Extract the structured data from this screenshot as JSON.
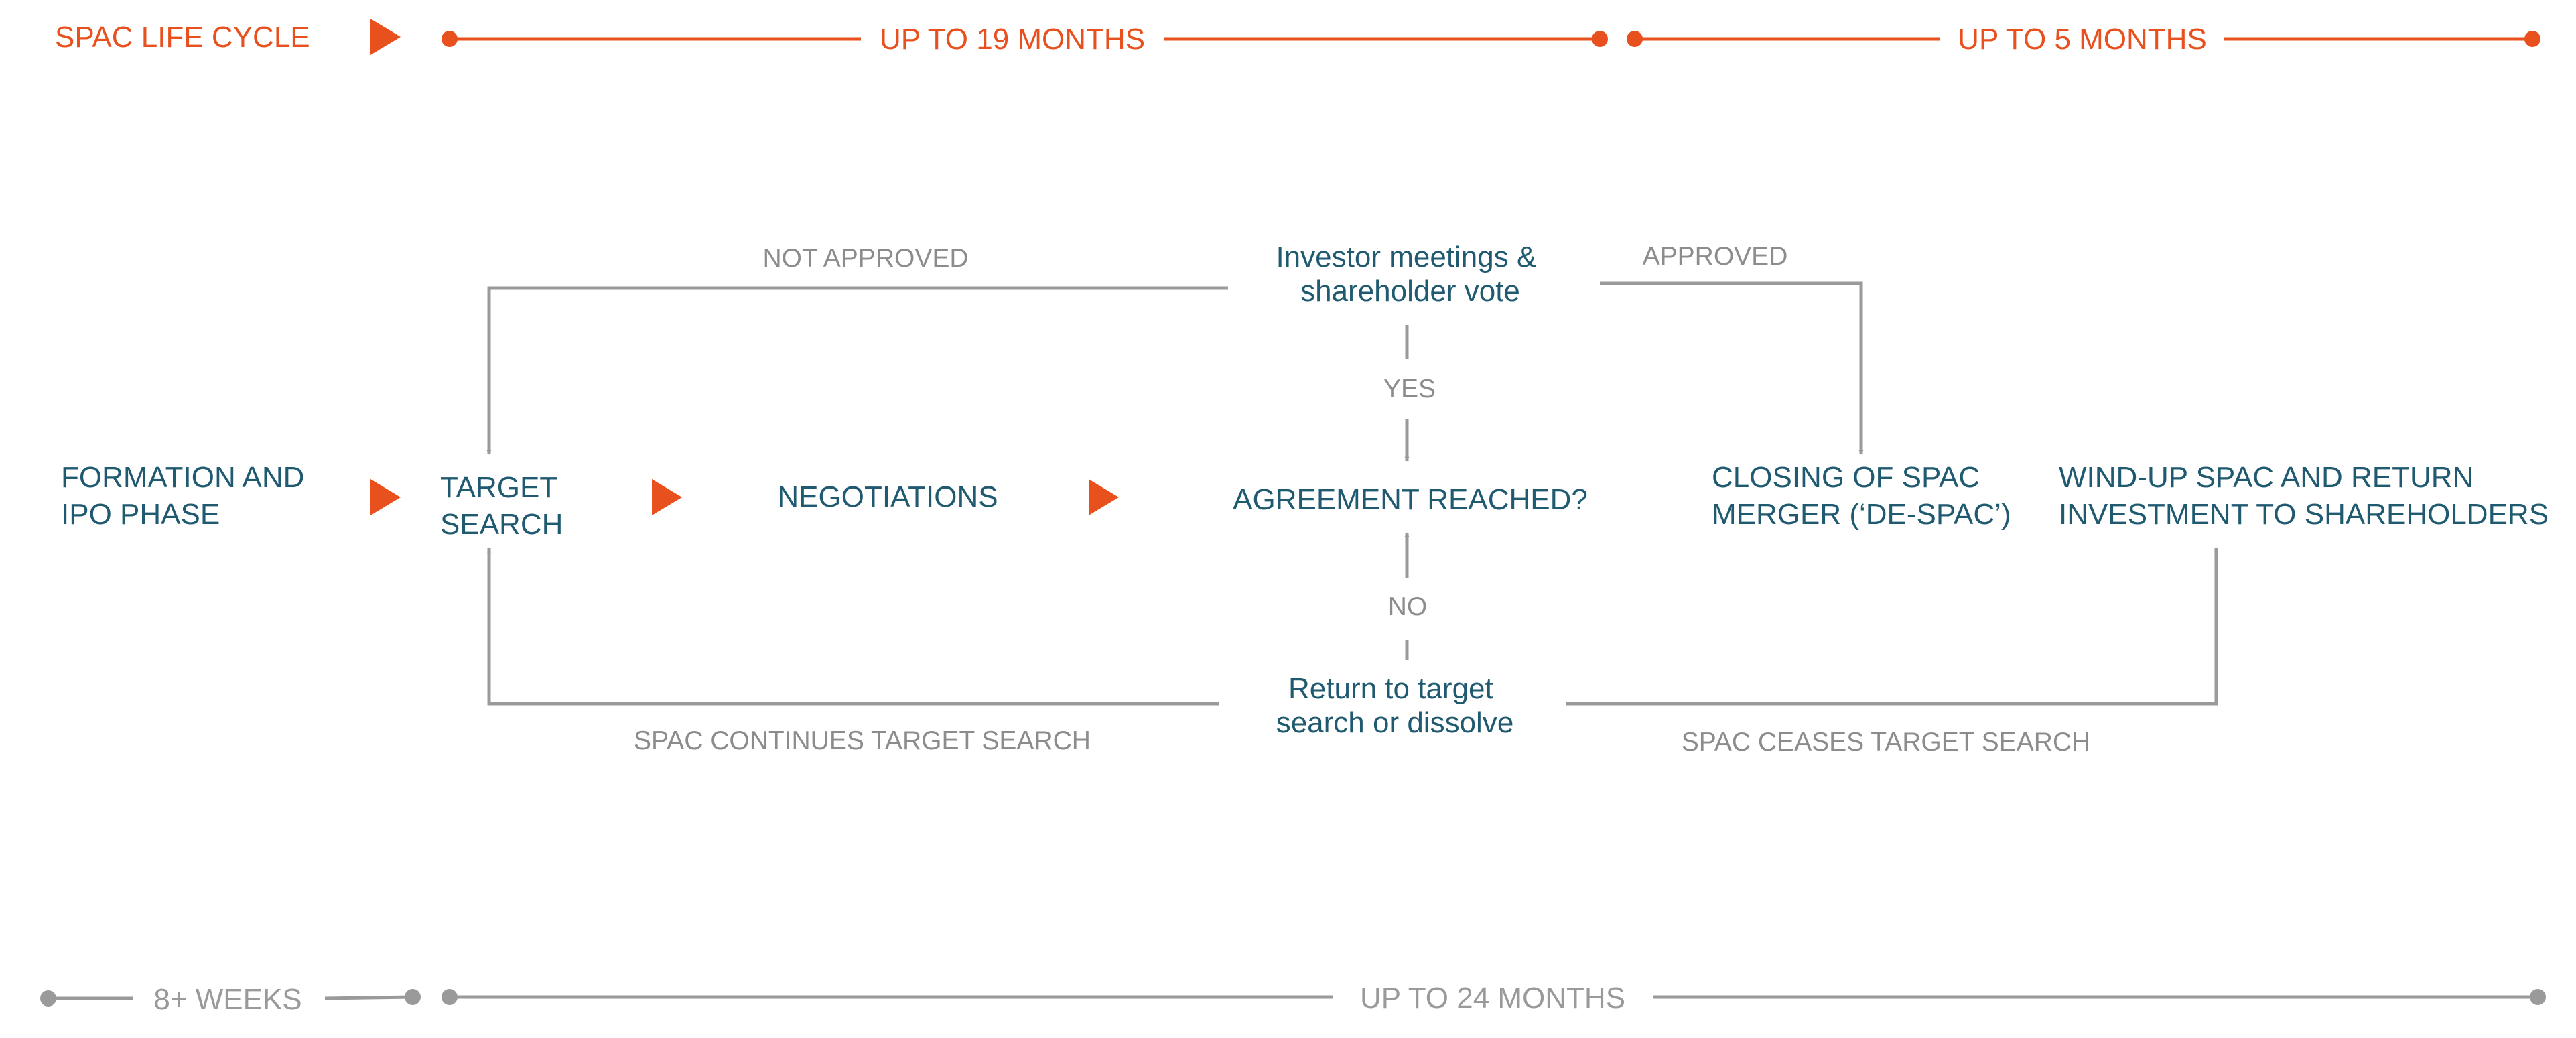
{
  "timeline_top": {
    "title": "SPAC LIFE CYCLE",
    "segment_1": "UP TO 19 MONTHS",
    "segment_2": "UP TO 5 MONTHS"
  },
  "stages": {
    "formation_line1": "FORMATION AND",
    "formation_line2": "IPO PHASE",
    "target_line1": "TARGET",
    "target_line2": "SEARCH",
    "negotiations": "NEGOTIATIONS",
    "agreement": "AGREEMENT REACHED?",
    "closing_line1": "CLOSING OF SPAC",
    "closing_line2": "MERGER (‘DE-SPAC’)",
    "windup_line1": "WIND-UP SPAC AND RETURN",
    "windup_line2": "INVESTMENT TO SHAREHOLDERS"
  },
  "decisions": {
    "investor_line1": "Investor meetings &",
    "investor_line2": "shareholder vote",
    "return_line1": "Return to target",
    "return_line2": "search or dissolve"
  },
  "edge_labels": {
    "not_approved": "NOT APPROVED",
    "approved": "APPROVED",
    "yes": "YES",
    "no": "NO",
    "continues": "SPAC CONTINUES TARGET SEARCH",
    "ceases": "SPAC CEASES TARGET SEARCH"
  },
  "timeline_bottom": {
    "segment_1": "8+ WEEKS",
    "segment_2": "UP TO 24 MONTHS"
  },
  "colors": {
    "accent": "#E8501E",
    "stage_text": "#1F5A70",
    "connector": "#9A9A9A",
    "label": "#8C8C8C"
  }
}
